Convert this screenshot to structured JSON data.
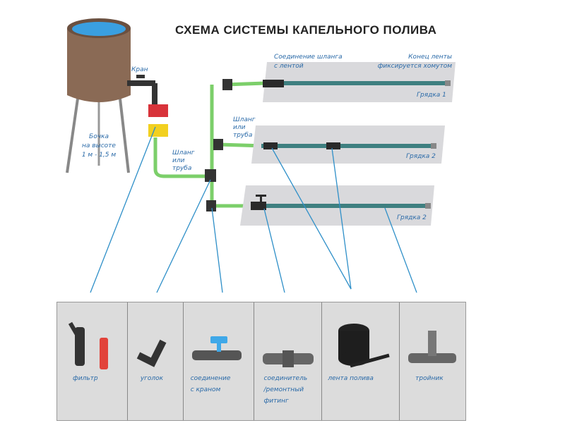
{
  "title": "СХЕМА СИСТЕМЫ КАПЕЛЬНОГО ПОЛИВА",
  "labels": {
    "tap": "Кран",
    "barrel": [
      "Бочка",
      "на высоте",
      "1 м - 1,5 м"
    ],
    "hose_main": [
      "Шланг",
      "или",
      "труба"
    ],
    "hose_branch": [
      "Шланг",
      "или",
      "труба"
    ],
    "connection": [
      "Соединение шланга",
      "с лентой"
    ],
    "tape_end": [
      "Конец ленты",
      "фиксируется хомутом"
    ],
    "beds": [
      "Грядка 1",
      "Грядка 2",
      "Грядка 2"
    ]
  },
  "components": [
    {
      "name": "фильтр"
    },
    {
      "name": "уголок"
    },
    {
      "name": "соединение с краном",
      "lines": [
        "соединение",
        "с краном"
      ]
    },
    {
      "name": "соединитель /ремонтный фитинг",
      "lines": [
        "соединитель",
        "/ремонтный",
        "фитинг"
      ]
    },
    {
      "name": "лента полива"
    },
    {
      "name": "тройник"
    }
  ],
  "colors": {
    "label": "#2a6aa8",
    "hose": "#7ccf6a",
    "tape": "#3e7f80",
    "panel": "#d9d9dc",
    "barrel": "#8a6a55",
    "water": "#3a9fe0"
  }
}
